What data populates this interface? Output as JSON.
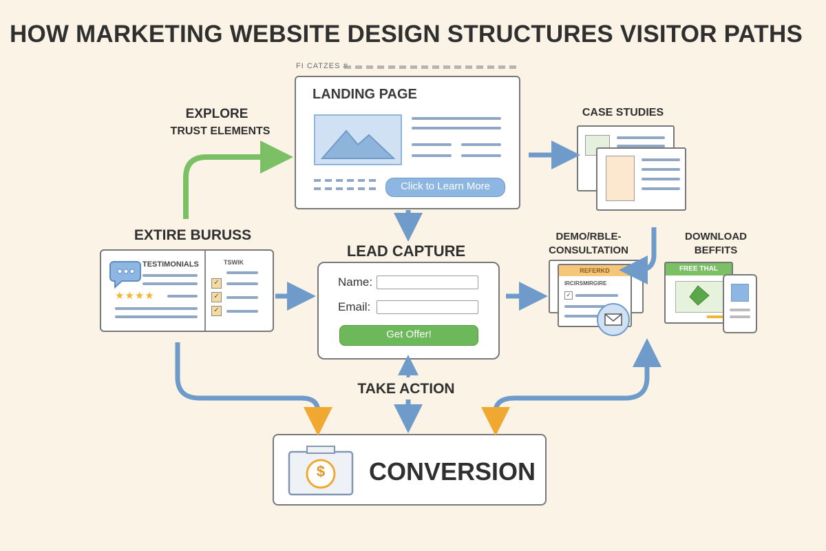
{
  "title": "HOW MARKETING WEBSITE DESIGN STRUCTURES VISITOR PATHS",
  "subtitle": "FI CATZES #",
  "labels": {
    "explore_line1": "EXPLORE",
    "explore_line2": "TRUST ELEMENTS",
    "extire": "EXTIRE BURUSS",
    "case_studies": "CASE STUDIES",
    "demo_line1": "DEMO/RBLE-",
    "demo_line2": "CONSULTATION",
    "download_line1": "DOWNLOAD",
    "download_line2": "BEFFITS",
    "take_action": "TAKE ACTION"
  },
  "landing": {
    "title": "LANDING PAGE",
    "button": "Click to Learn More"
  },
  "trust": {
    "testimonials": "TESTIMONIALS",
    "tab": "TSWIK"
  },
  "lead": {
    "title": "LEAD CAPTURE",
    "name_label": "Name:",
    "email_label": "Email:",
    "button": "Get Offer!"
  },
  "demo": {
    "header": "REFERKD",
    "subheader": "IRCIRSMIRGIRE"
  },
  "download": {
    "header": "FREE THAL"
  },
  "conversion": {
    "label": "CONVERSION",
    "symbol": "$"
  },
  "colors": {
    "background": "#fbf3e6",
    "blue_arrow": "#6f9bcb",
    "green_arrow": "#7cc066",
    "orange_tip": "#f0a830",
    "button_green": "#6cb85a",
    "button_blue": "#8db6e2"
  }
}
